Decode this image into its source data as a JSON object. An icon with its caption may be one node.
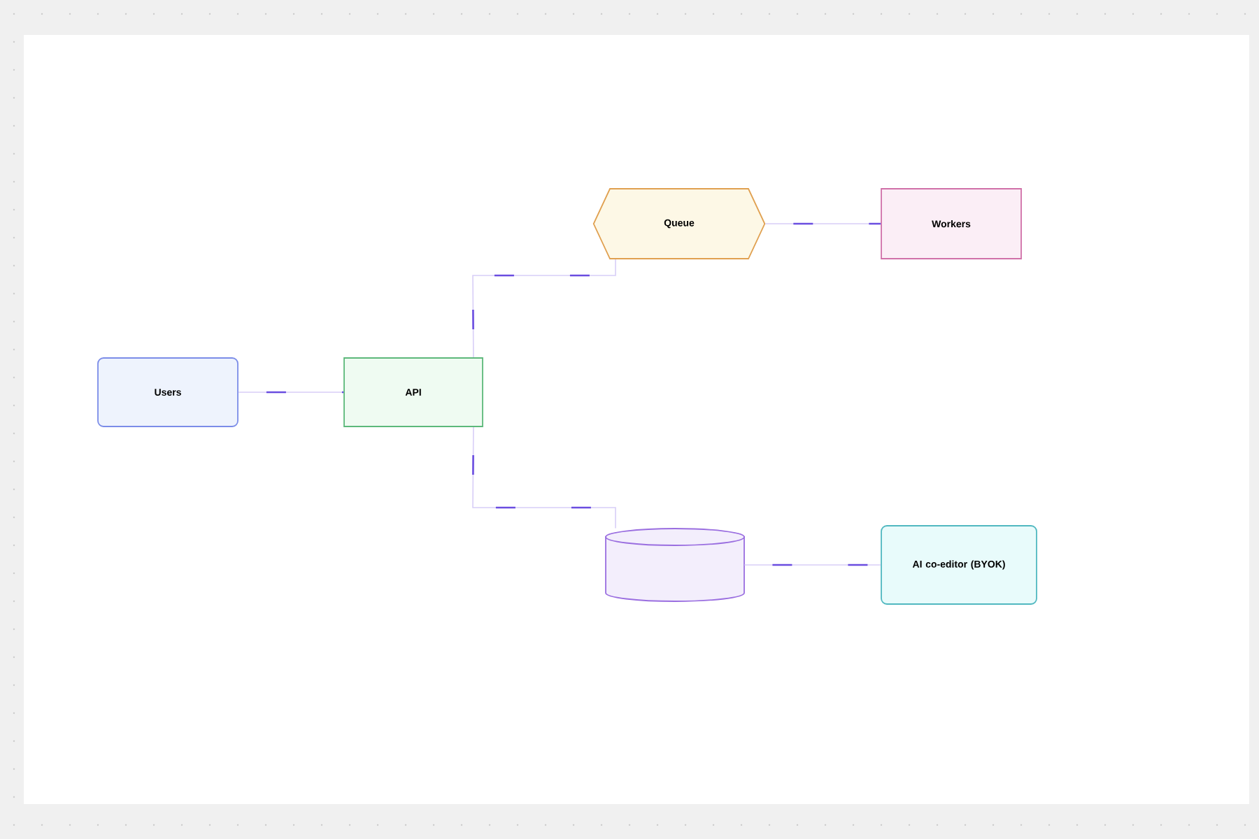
{
  "diagram": {
    "nodes": [
      {
        "text": [
          "Users"
        ]
      },
      {
        "text": [
          "API"
        ]
      },
      {
        "text": [
          "Queue"
        ]
      },
      {
        "text": [
          "Workers"
        ]
      },
      {
        "text": [],
        "shape": "cylinder"
      },
      {
        "text": [
          "AI co-editor (BYOK)"
        ]
      }
    ],
    "edges": [
      {
        "from": 0,
        "to": 1,
        "arrow": "none"
      },
      {
        "from": 1,
        "to": 2,
        "arrow": "none"
      },
      {
        "from": 2,
        "to": 3,
        "arrow": "none"
      },
      {
        "from": 1,
        "to": 4,
        "arrow": "none"
      },
      {
        "from": 4,
        "to": 5,
        "arrow": "none"
      }
    ]
  }
}
